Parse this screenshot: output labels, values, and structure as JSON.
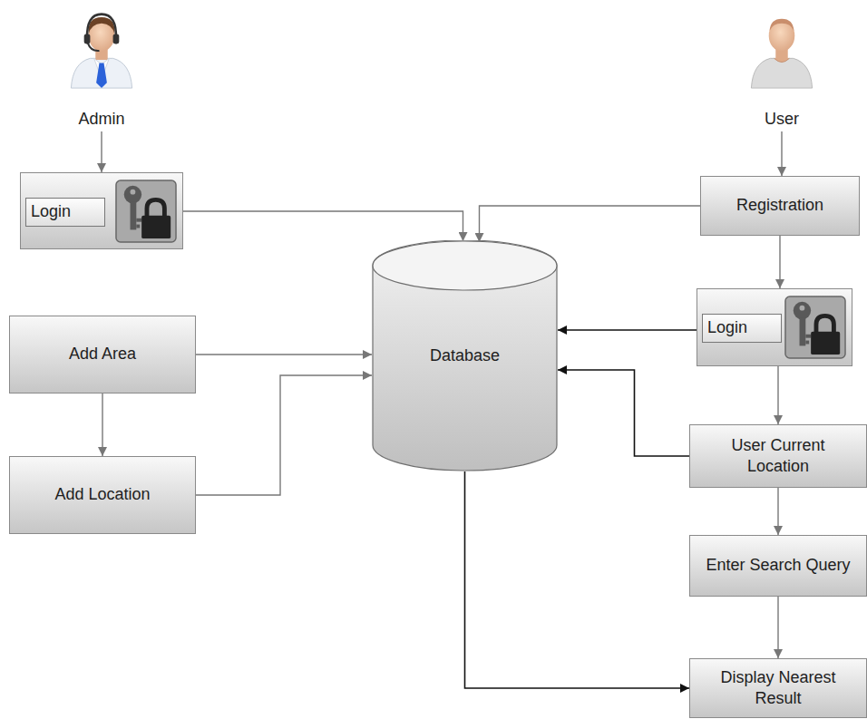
{
  "diagram": {
    "nodes": [
      {
        "text": [
          "Admin"
        ]
      },
      {
        "text": [
          "User"
        ]
      },
      {
        "text": [
          "Login"
        ]
      },
      {
        "text": [
          "Registration"
        ]
      },
      {
        "text": [
          "Database"
        ]
      },
      {
        "text": [
          "Login"
        ]
      },
      {
        "text": [
          "Add Area"
        ]
      },
      {
        "text": [
          "User Current Location"
        ]
      },
      {
        "text": [
          "Add Location"
        ]
      },
      {
        "text": [
          "Enter Search Query"
        ]
      },
      {
        "text": [
          "Display Nearest Result"
        ]
      }
    ],
    "edges": [
      {
        "from": 0,
        "to": 2,
        "arrow": "to"
      },
      {
        "from": 1,
        "to": 3,
        "arrow": "to"
      },
      {
        "from": 2,
        "to": 4,
        "arrow": "to"
      },
      {
        "from": 3,
        "to": 4,
        "arrow": "to"
      },
      {
        "from": 5,
        "to": 4,
        "arrow": "to"
      },
      {
        "from": 3,
        "to": 5,
        "arrow": "to"
      },
      {
        "from": 6,
        "to": 4,
        "arrow": "to"
      },
      {
        "from": 6,
        "to": 8,
        "arrow": "to"
      },
      {
        "from": 8,
        "to": 4,
        "arrow": "to"
      },
      {
        "from": 5,
        "to": 7,
        "arrow": "to"
      },
      {
        "from": 7,
        "to": 4,
        "arrow": "to"
      },
      {
        "from": 7,
        "to": 9,
        "arrow": "to"
      },
      {
        "from": 9,
        "to": 10,
        "arrow": "to"
      },
      {
        "from": 4,
        "to": 10,
        "arrow": "to"
      }
    ]
  }
}
